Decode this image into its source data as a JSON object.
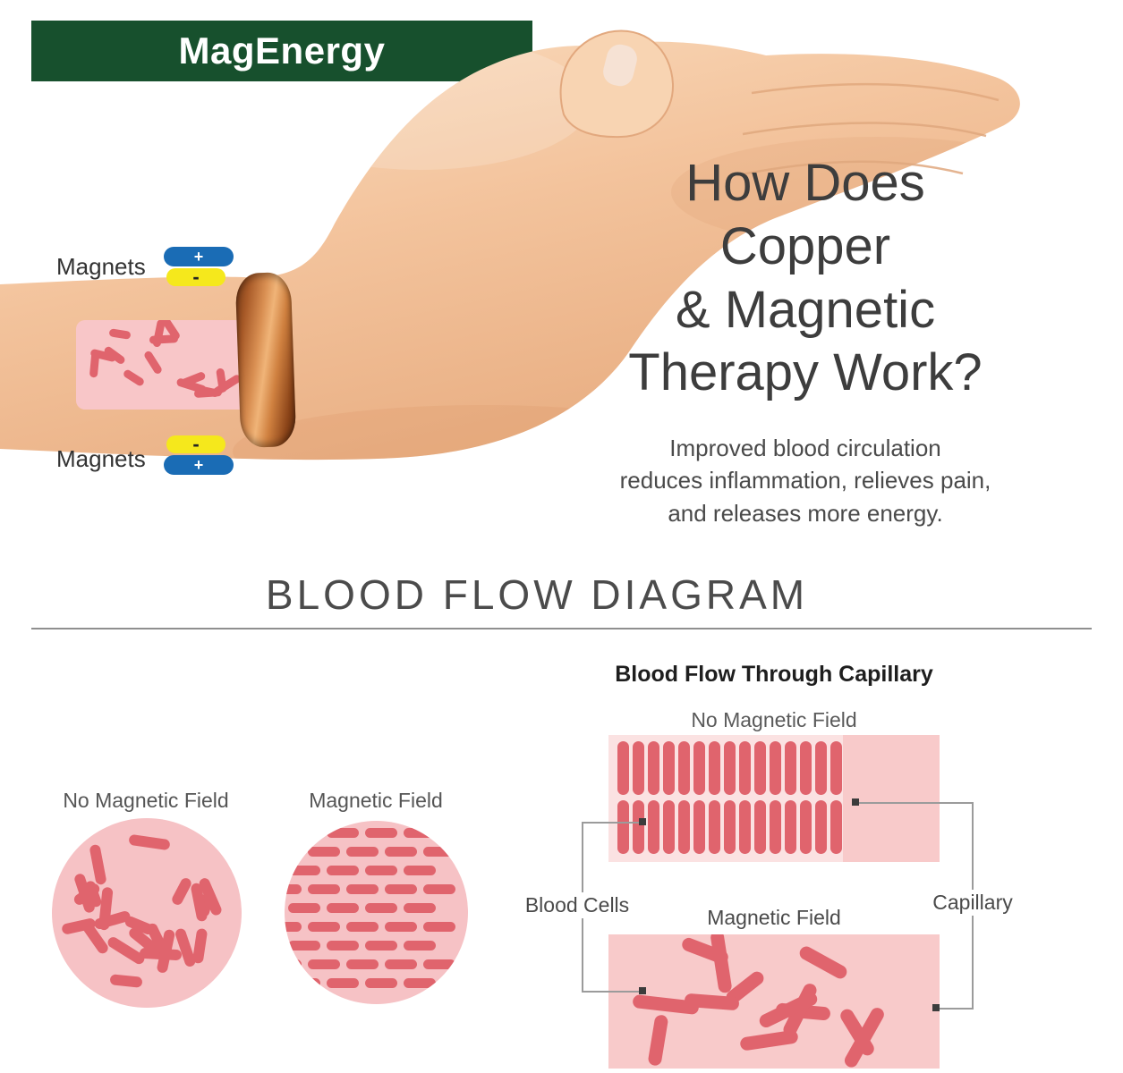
{
  "brand": {
    "name": "MagEnergy"
  },
  "colors": {
    "banner_green": "#17502d",
    "vessel_pink": "#f8c6c8",
    "diagram_pink": "#f8caca",
    "cell_red": "#e0646d",
    "magnet_blue": "#1a6cb5",
    "magnet_yellow": "#f5e81c",
    "copper": "#b96a33",
    "connector_gray": "#9b9b9b"
  },
  "wrist_diagram": {
    "magnets_top_label": "Magnets",
    "magnets_bottom_label": "Magnets",
    "plus": "+",
    "minus": "-"
  },
  "headline": {
    "lines": [
      "How Does",
      "Copper",
      "& Magnetic",
      "Therapy Work?"
    ],
    "subtext_lines": [
      "Improved blood circulation",
      "reduces inflammation, relieves pain,",
      "and releases more energy."
    ]
  },
  "section": {
    "title": "BLOOD FLOW DIAGRAM"
  },
  "cell_comparison": {
    "left_label": "No Magnetic Field",
    "right_label": "Magnetic Field"
  },
  "capillary_diagram": {
    "title": "Blood Flow Through Capillary",
    "top_field_label": "No Magnetic Field",
    "bottom_field_label": "Magnetic Field",
    "blood_cells_label": "Blood Cells",
    "capillary_label": "Capillary"
  }
}
